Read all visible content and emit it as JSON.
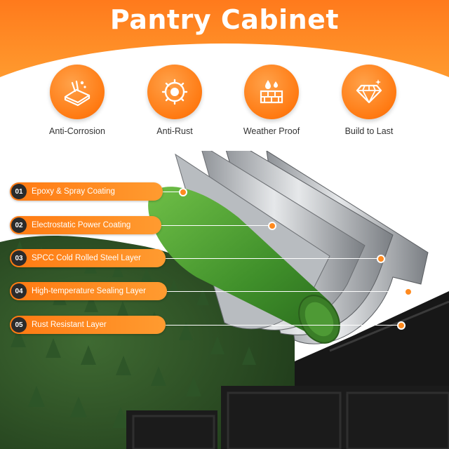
{
  "header": {
    "title": "Pantry Cabinet"
  },
  "features": [
    {
      "label": "Anti-Corrosion",
      "icon": "anti-corrosion-icon"
    },
    {
      "label": "Anti-Rust",
      "icon": "anti-rust-icon"
    },
    {
      "label": "Weather Proof",
      "icon": "weather-proof-icon"
    },
    {
      "label": "Build to Last",
      "icon": "diamond-icon"
    }
  ],
  "layers": [
    {
      "num": "01",
      "label": "Epoxy & Spray Coating"
    },
    {
      "num": "02",
      "label": "Electrostatic Power Coating"
    },
    {
      "num": "03",
      "label": "SPCC Cold Rolled Steel Layer"
    },
    {
      "num": "04",
      "label": "High-temperature Sealing Layer"
    },
    {
      "num": "05",
      "label": "Rust Resistant Layer"
    }
  ],
  "colors": {
    "accent": "#ff7a12",
    "accent_light": "#ff9b30",
    "badge": "#2b2b2b",
    "cabinet": "#161616"
  }
}
